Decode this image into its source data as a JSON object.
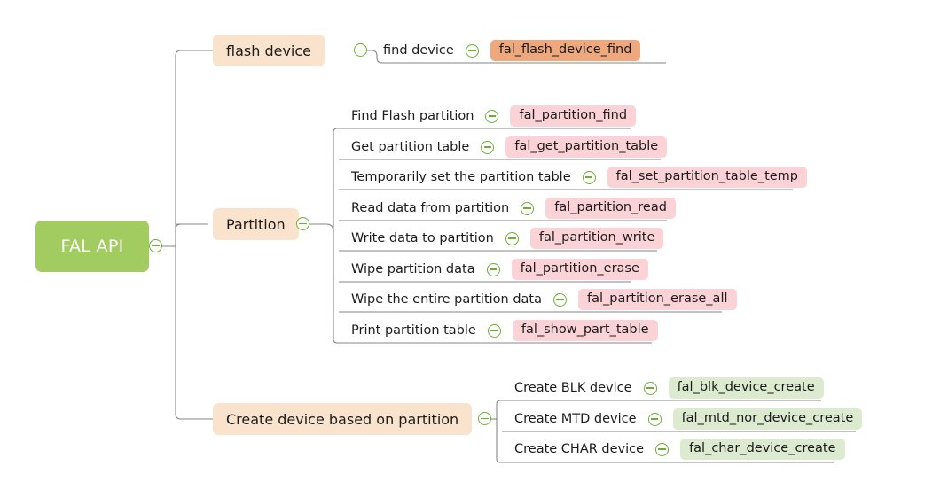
{
  "diagram": {
    "type": "mindmap",
    "title": "FAL API",
    "colors": {
      "root_fill": "#a2cc60",
      "root_text": "#ffffff",
      "topic_fill": "#fae3cc",
      "badge_pink": "#fbd2d6",
      "badge_orange": "#eda87e",
      "badge_green": "#dcead0",
      "wire": "#808080",
      "collapse_icon": "#6fae34",
      "background": "#ffffff"
    }
  },
  "root": {
    "label": "FAL API",
    "collapse_icon": "minus-circle-icon"
  },
  "branches": [
    {
      "id": "flash-device",
      "label": "flash device",
      "collapse_icon": "minus-circle-icon",
      "children": [
        {
          "label": "find device",
          "api": "fal_flash_device_find",
          "badge_style": "orange",
          "collapse_icon": "minus-circle-icon"
        }
      ]
    },
    {
      "id": "partition",
      "label": "Partition",
      "collapse_icon": "minus-circle-icon",
      "children": [
        {
          "label": "Find Flash partition",
          "api": "fal_partition_find",
          "badge_style": "pink",
          "collapse_icon": "minus-circle-icon"
        },
        {
          "label": "Get partition table",
          "api": "fal_get_partition_table",
          "badge_style": "pink",
          "collapse_icon": "minus-circle-icon"
        },
        {
          "label": "Temporarily set the partition table",
          "api": "fal_set_partition_table_temp",
          "badge_style": "pink",
          "collapse_icon": "minus-circle-icon"
        },
        {
          "label": "Read data from partition",
          "api": "fal_partition_read",
          "badge_style": "pink",
          "collapse_icon": "minus-circle-icon"
        },
        {
          "label": "Write data to partition",
          "api": "fal_partition_write",
          "badge_style": "pink",
          "collapse_icon": "minus-circle-icon"
        },
        {
          "label": "Wipe partition data",
          "api": "fal_partition_erase",
          "badge_style": "pink",
          "collapse_icon": "minus-circle-icon"
        },
        {
          "label": "Wipe the entire partition data",
          "api": "fal_partition_erase_all",
          "badge_style": "pink",
          "collapse_icon": "minus-circle-icon"
        },
        {
          "label": "Print partition table",
          "api": "fal_show_part_table",
          "badge_style": "pink",
          "collapse_icon": "minus-circle-icon"
        }
      ]
    },
    {
      "id": "create-device",
      "label": "Create device based on partition",
      "collapse_icon": "minus-circle-icon",
      "children": [
        {
          "label": "Create BLK device",
          "api": "fal_blk_device_create",
          "badge_style": "green",
          "collapse_icon": "minus-circle-icon"
        },
        {
          "label": "Create MTD device",
          "api": "fal_mtd_nor_device_create",
          "badge_style": "green",
          "collapse_icon": "minus-circle-icon"
        },
        {
          "label": "Create CHAR device",
          "api": "fal_char_device_create",
          "badge_style": "green",
          "collapse_icon": "minus-circle-icon"
        }
      ]
    }
  ]
}
